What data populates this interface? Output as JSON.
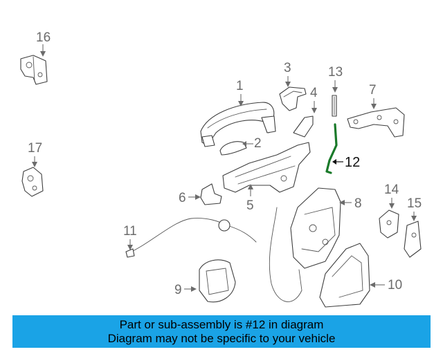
{
  "diagram": {
    "callouts": [
      "1",
      "2",
      "3",
      "4",
      "5",
      "6",
      "7",
      "8",
      "9",
      "10",
      "11",
      "12",
      "13",
      "14",
      "15",
      "16",
      "17"
    ],
    "highlighted": "12",
    "colors": {
      "line": "#3d3d3d",
      "callout": "#6b6b6b",
      "highlight": "#1a7a2a",
      "banner": "#1aa3e6"
    }
  },
  "banner": {
    "line1": "Part or sub-assembly is #12 in diagram",
    "line2": "Diagram may not be specific to your vehicle"
  }
}
